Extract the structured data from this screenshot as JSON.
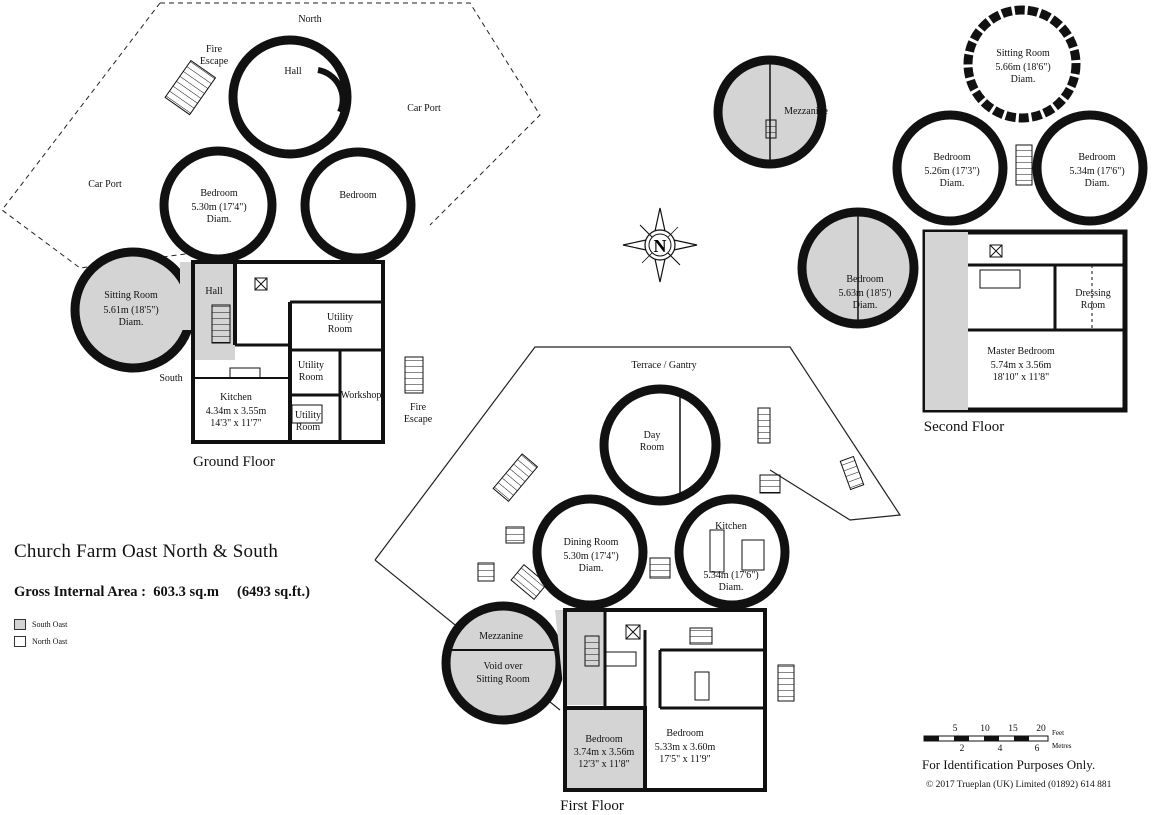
{
  "title": "Church Farm Oast North & South",
  "gross_area": {
    "label": "Gross Internal Area",
    "sqm": "603.3 sq.m",
    "sqft": "(6493 sq.ft.)"
  },
  "legend": [
    {
      "label": "South Oast",
      "color": "#d4d4d4"
    },
    {
      "label": "North Oast",
      "color": "#ffffff"
    }
  ],
  "floors": {
    "ground": "Ground Floor",
    "first": "First Floor",
    "second": "Second Floor"
  },
  "compass_letter": "N",
  "note": "For Identification Purposes Only.",
  "copyright": "© 2017 Trueplan (UK) Limited (01892) 614 881",
  "scale": {
    "feet": [
      "5",
      "10",
      "15",
      "20"
    ],
    "feet_unit": "Feet",
    "metres": [
      "2",
      "4",
      "6"
    ],
    "metres_unit": "Metres"
  },
  "ground_labels": {
    "north": "North",
    "hall": "Hall",
    "fire_escape_1": "Fire",
    "fire_escape_2": "Escape",
    "car_port_right": "Car Port",
    "car_port_left": "Car Port",
    "bedroom1": "Bedroom",
    "bedroom1_dim": "5.30m (17'4\")",
    "bedroom1_diam": "Diam.",
    "bedroom2": "Bedroom",
    "sitting": "Sitting Room",
    "sitting_dim": "5.61m (18'5\")",
    "sitting_diam": "Diam.",
    "hall2": "Hall",
    "utility1a": "Utility",
    "utility1b": "Room",
    "utility2a": "Utility",
    "utility2b": "Room",
    "utility3a": "Utility",
    "utility3b": "Room",
    "south": "South",
    "kitchen": "Kitchen",
    "kitchen_m": "4.34m  x  3.55m",
    "kitchen_f": "14'3\"  x  11'7\"",
    "workshop": "Workshop",
    "fire2a": "Fire",
    "fire2b": "Escape"
  },
  "first_labels": {
    "terrace": "Terrace / Gantry",
    "day1": "Day",
    "day2": "Room",
    "dining": "Dining Room",
    "dining_dim": "5.30m (17'4\")",
    "dining_diam": "Diam.",
    "kitchen": "Kitchen",
    "kitchen_dim": "5.34m (17'6\")",
    "kitchen_diam": "Diam.",
    "mezz": "Mezzanine",
    "void1": "Void over",
    "void2": "Sitting Room",
    "bed1": "Bedroom",
    "bed1_m": "3.74m  x  3.56m",
    "bed1_f": "12'3\"  x  11'8\"",
    "bed2": "Bedroom",
    "bed2_m": "5.33m  x  3.60m",
    "bed2_f": "17'5\"  x  11'9\""
  },
  "second_labels": {
    "mezz": "Mezzanine",
    "sitting": "Sitting Room",
    "sitting_dim": "5.66m (18'6\")",
    "sitting_diam": "Diam.",
    "bedA": "Bedroom",
    "bedA_dim": "5.26m (17'3\")",
    "bedA_diam": "Diam.",
    "bedB": "Bedroom",
    "bedB_dim": "5.34m (17'6\")",
    "bedB_diam": "Diam.",
    "bedC": "Bedroom",
    "bedC_dim": "5.63m (18'5')",
    "bedC_diam": "Diam.",
    "dress1": "Dressing",
    "dress2": "Room",
    "master": "Master Bedroom",
    "master_m": "5.74m  x  3.56m",
    "master_f": "18'10\"  x  11'8\""
  }
}
